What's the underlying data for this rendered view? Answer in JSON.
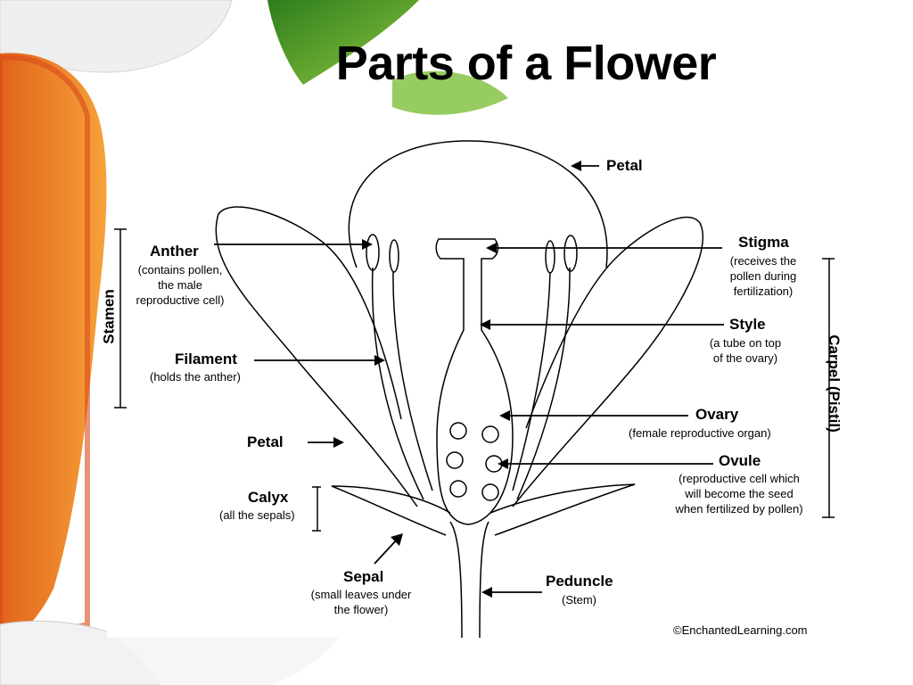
{
  "title": "Parts of a Flower",
  "labels": {
    "petal_top": "Petal",
    "anther": "Anther",
    "anther_desc": [
      "(contains pollen,",
      "the male",
      "reproductive cell)"
    ],
    "stamen": "Stamen",
    "filament": "Filament",
    "filament_desc": "(holds the anther)",
    "petal_left": "Petal",
    "calyx": "Calyx",
    "calyx_desc": "(all the sepals)",
    "sepal": "Sepal",
    "sepal_desc": [
      "(small leaves under",
      "the flower)"
    ],
    "stigma": "Stigma",
    "stigma_desc": [
      "(receives the",
      "pollen during",
      "fertilization)"
    ],
    "style": "Style",
    "style_desc": [
      "(a tube on top",
      "of the ovary)"
    ],
    "carpel": "Carpel (Pistil)",
    "ovary": "Ovary",
    "ovary_desc": "(female reproductive organ)",
    "ovule": "Ovule",
    "ovule_desc": [
      "(reproductive cell which",
      "will become the seed",
      "when fertilized by pollen)"
    ],
    "peduncle": "Peduncle",
    "peduncle_desc": "(Stem)",
    "credit": "©EnchantedLearning.com"
  },
  "colors": {
    "petal_orange": "#f08a1c",
    "leaf_green": "#4a9a2a",
    "petal_white": "#f4f4f4"
  }
}
